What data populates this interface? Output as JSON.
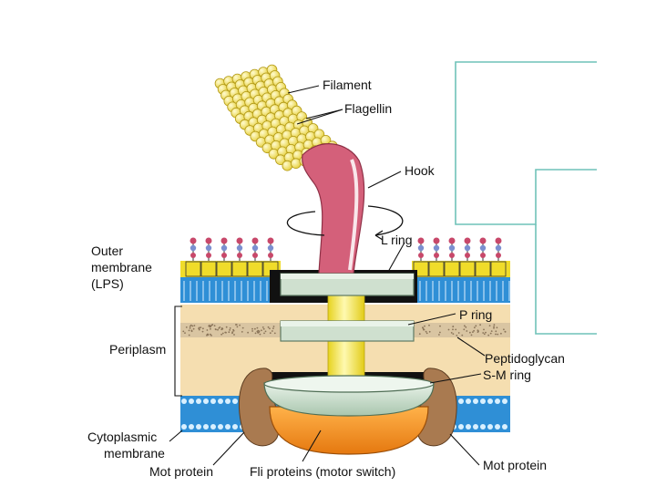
{
  "labels": {
    "filament": "Filament",
    "flagellin": "Flagellin",
    "hook": "Hook",
    "outer_membrane_line1": "Outer",
    "outer_membrane_line2": "membrane",
    "outer_membrane_line3": "(LPS)",
    "l_ring": "L ring",
    "p_ring": "P ring",
    "periplasm": "Periplasm",
    "peptidoglycan": "Peptidoglycan",
    "sm_ring": "S-M ring",
    "cytoplasmic_line1": "Cytoplasmic",
    "cytoplasmic_line2": "membrane",
    "mot_protein_left": "Mot protein",
    "fli_proteins": "Fli proteins (motor switch)",
    "mot_protein_right": "Mot protein"
  },
  "colors": {
    "filament": "#f2e64a",
    "hook": "#d4607a",
    "periplasm": "#f5deb0",
    "peptidoglycan": "#d8c4a0",
    "lipid_heads_blue": "#2f8fd6",
    "lps_yellow": "#f0dc2a",
    "rings": "#cfe0cf",
    "fli": "#f08a1e",
    "mot": "#a97a50",
    "rod": "#f5ea3a",
    "frame_lines": "#6fc2b8"
  },
  "icons": [
    "rotation-arrow-icon"
  ]
}
